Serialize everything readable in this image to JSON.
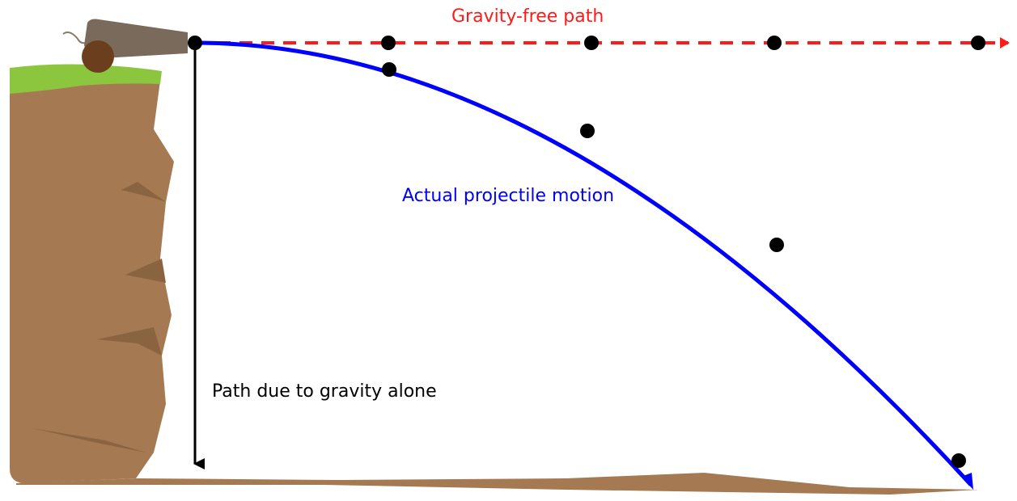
{
  "labels": {
    "gravity_free": "Gravity-free path",
    "actual_motion": "Actual projectile motion",
    "gravity_alone": "Path due to gravity alone"
  },
  "colors": {
    "gravity_free": "#ff1a1a",
    "actual_motion": "#0000ff",
    "gravity_alone": "#000000",
    "cliff": "#a57a52",
    "cliff_shadow": "#8a6340",
    "grass": "#8cc63f",
    "cannon_barrel": "#7a6a5c",
    "cannon_wheel": "#6b3f1d",
    "dot": "#000000"
  },
  "icons": [
    "cannon-icon",
    "cliff-icon",
    "grass-icon",
    "ground-icon"
  ]
}
